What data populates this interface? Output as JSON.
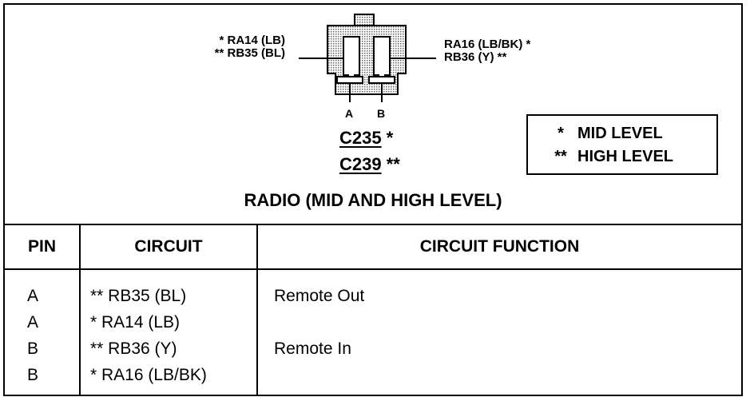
{
  "diagram": {
    "left_labels": [
      "* RA14 (LB)",
      "** RB35 (BL)"
    ],
    "right_labels": [
      "RA16 (LB/BK) *",
      "RB36 (Y) **"
    ],
    "pin_letters": [
      "A",
      "B"
    ],
    "connectors": [
      {
        "id": "C235",
        "mark": "*"
      },
      {
        "id": "C239",
        "mark": "**"
      }
    ],
    "legend": [
      {
        "mark": "*",
        "text": "MID LEVEL"
      },
      {
        "mark": "**",
        "text": "HIGH LEVEL"
      }
    ],
    "caption": "RADIO (MID AND HIGH LEVEL)"
  },
  "table": {
    "headers": {
      "pin": "PIN",
      "circuit": "CIRCUIT",
      "function": "CIRCUIT FUNCTION"
    },
    "rows": [
      {
        "pin": "A",
        "circuit": "** RB35 (BL)",
        "function": "Remote Out"
      },
      {
        "pin": "A",
        "circuit": "* RA14 (LB)",
        "function": ""
      },
      {
        "pin": "B",
        "circuit": "** RB36 (Y)",
        "function": "Remote In"
      },
      {
        "pin": "B",
        "circuit": "* RA16 (LB/BK)",
        "function": ""
      }
    ]
  }
}
